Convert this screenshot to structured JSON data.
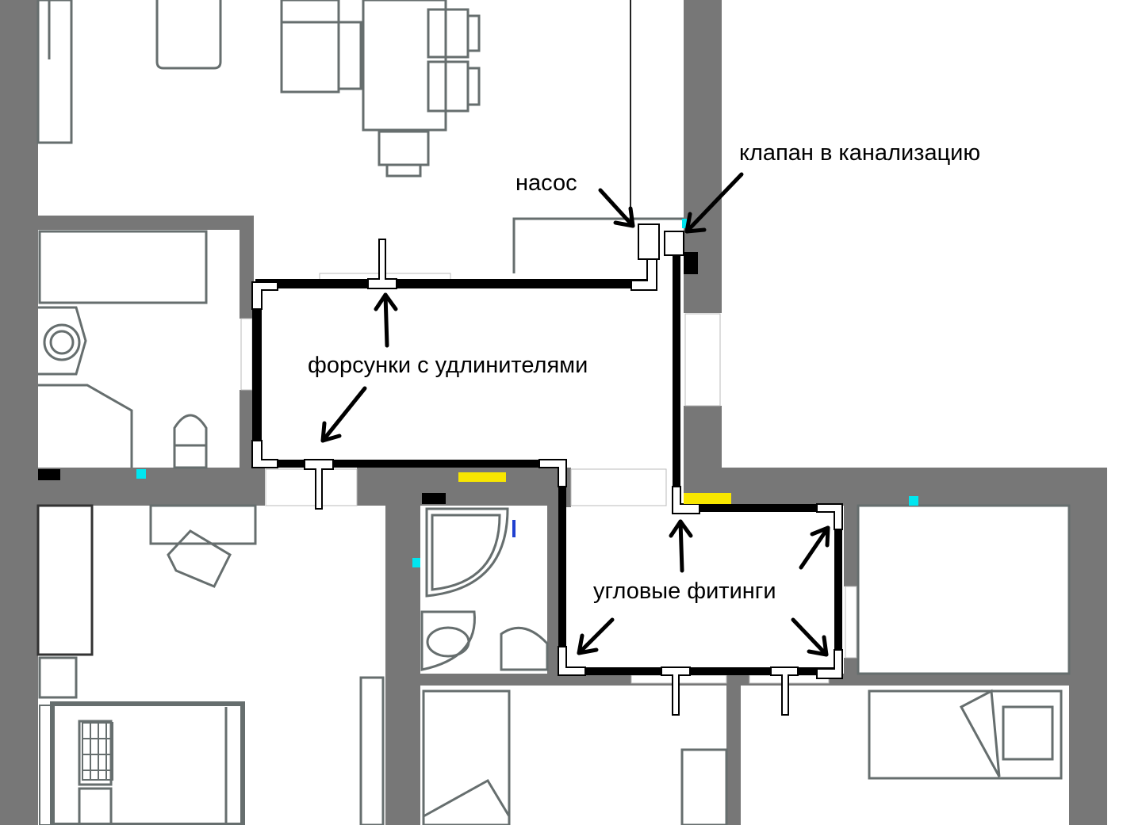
{
  "labels": {
    "pump": "насос",
    "drain_valve": "клапан в канализацию",
    "nozzles": "форсунки с удлинителями",
    "fittings": "угловые фитинги"
  },
  "colors": {
    "wall": "#777777",
    "pipe": "#000000",
    "furniture": "#666e6e",
    "marker_cyan": "#00e6f0",
    "marker_yellow": "#f8e600",
    "marker_blue": "#2040d0"
  }
}
